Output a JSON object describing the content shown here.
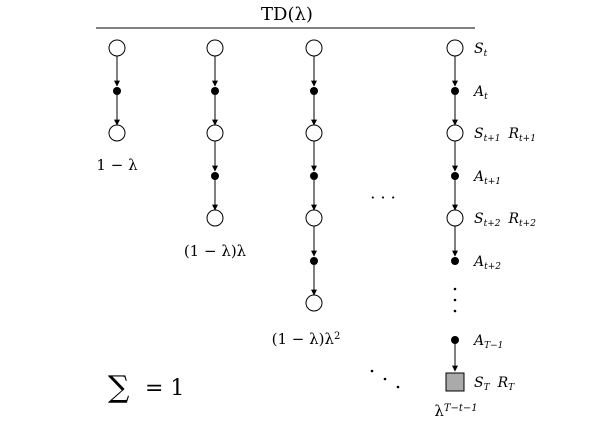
{
  "title": "TD(λ)",
  "weights": [
    "1 − λ",
    "(1 − λ)λ",
    "(1 − λ)λ",
    "λ"
  ],
  "weight_sup": [
    "",
    "",
    "2",
    "T−t−1"
  ],
  "sum_label": "= 1",
  "sum_symbol": "∑",
  "states": [
    {
      "main": "S",
      "sub": "t",
      "extra": "",
      "extra_sub": ""
    },
    {
      "main": "A",
      "sub": "t",
      "extra": "",
      "extra_sub": ""
    },
    {
      "main": "S",
      "sub": "t+1",
      "extra": "R",
      "extra_sub": "t+1"
    },
    {
      "main": "A",
      "sub": "t+1",
      "extra": "",
      "extra_sub": ""
    },
    {
      "main": "S",
      "sub": "t+2",
      "extra": "R",
      "extra_sub": "t+2"
    },
    {
      "main": "A",
      "sub": "t+2",
      "extra": "",
      "extra_sub": ""
    },
    {
      "main": "A",
      "sub": "T−1",
      "extra": "",
      "extra_sub": ""
    },
    {
      "main": "S",
      "sub": "T",
      "extra": "R",
      "extra_sub": "T"
    }
  ],
  "ellipsis": "· · ·"
}
